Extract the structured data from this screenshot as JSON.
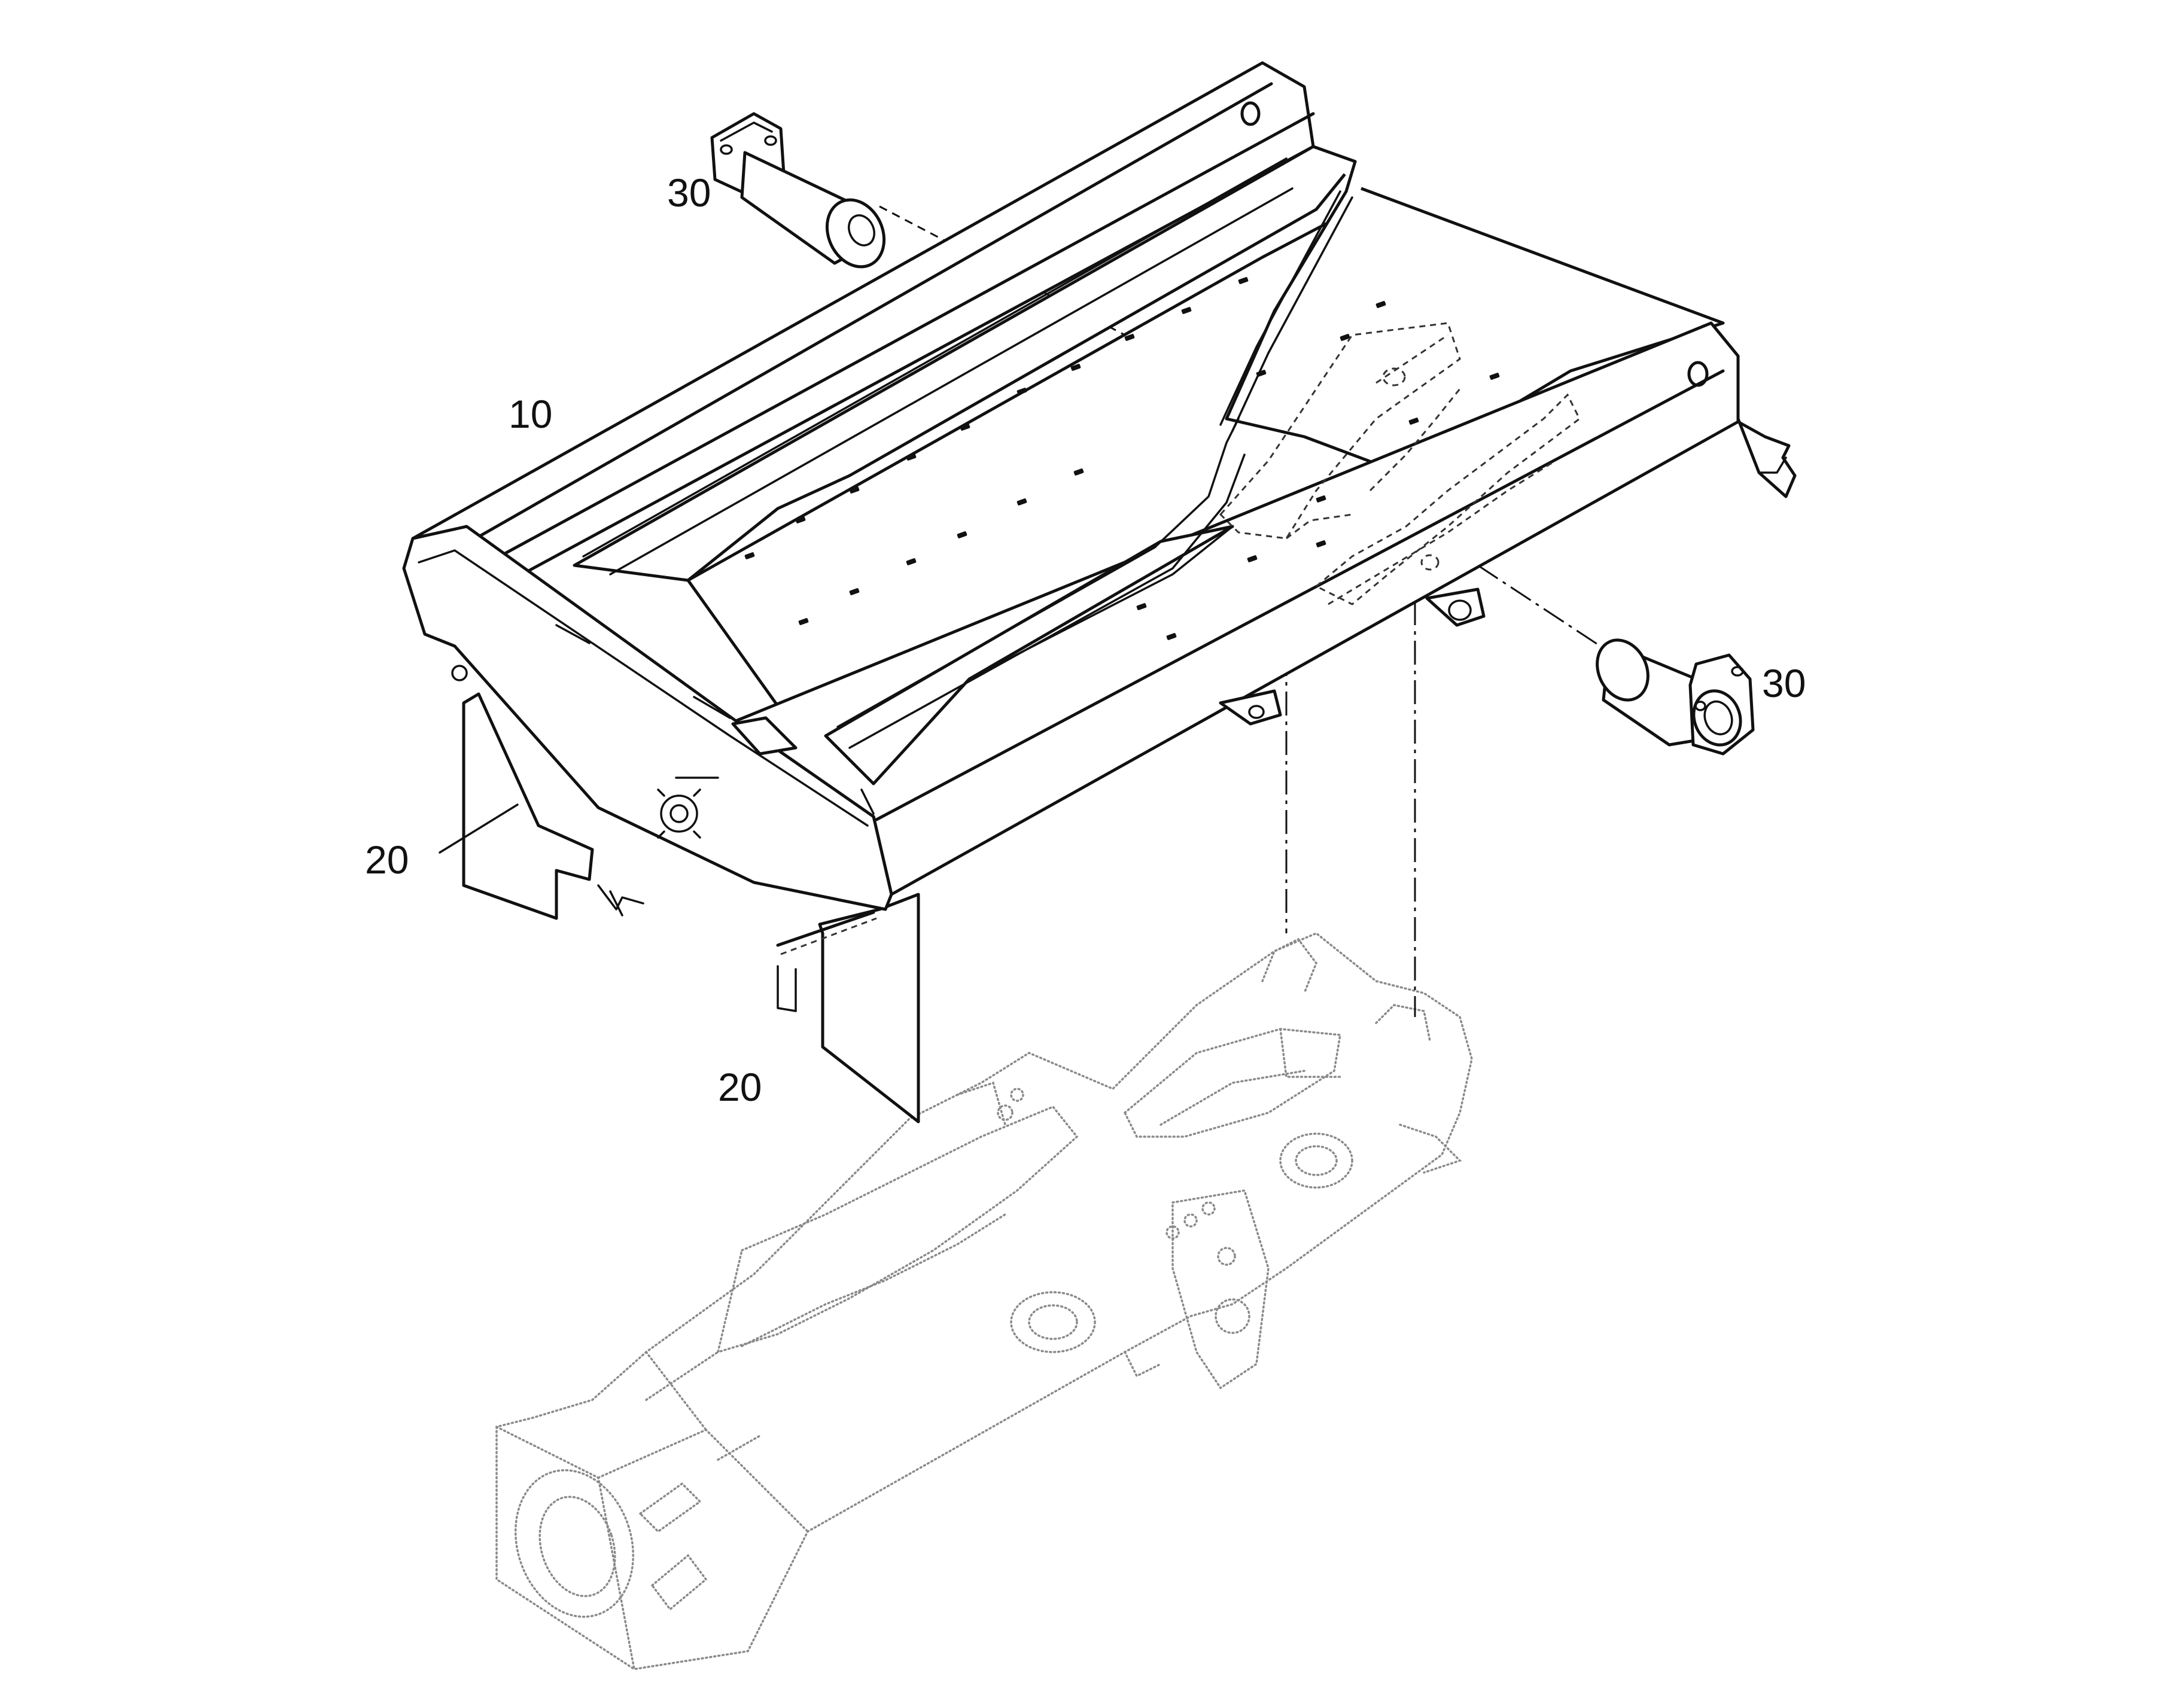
{
  "callouts": {
    "frame": "10",
    "panel_left": "20",
    "panel_right": "20",
    "pin_left": "30",
    "pin_right": "30"
  }
}
